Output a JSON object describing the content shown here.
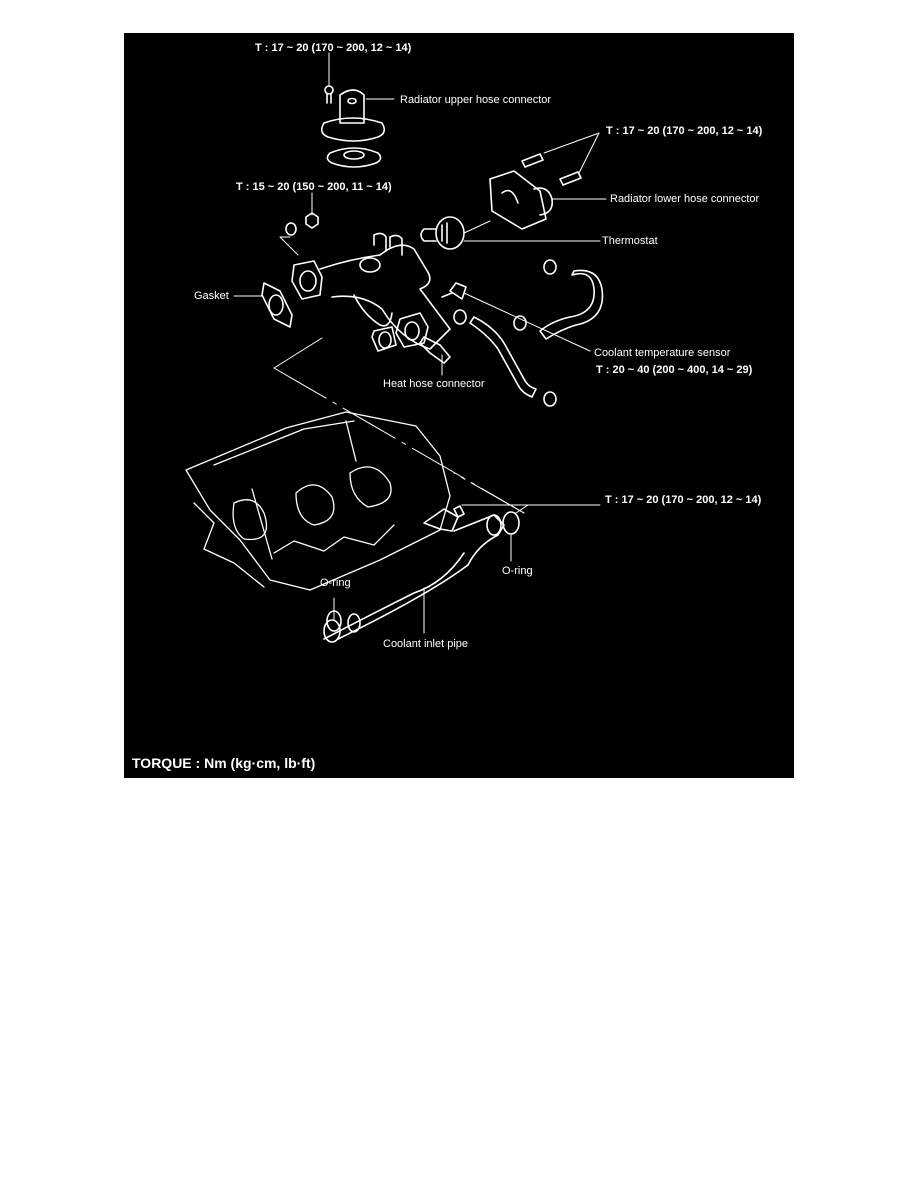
{
  "diagram": {
    "title": "Cooling system water outlet / coolant inlet pipe exploded view",
    "background_color": "#000000",
    "line_color": "#ffffff",
    "labels": {
      "torque_upper_hose": "T : 17 ~ 20 (170 ~ 200, 12 ~ 14)",
      "radiator_upper_hose_connector": "Radiator upper hose connector",
      "torque_lower_hose_bolts": "T : 17 ~ 20 (170 ~ 200, 12 ~ 14)",
      "radiator_lower_hose_connector": "Radiator lower hose connector",
      "torque_outlet_nut": "T : 15 ~ 20 (150 ~ 200, 11 ~ 14)",
      "thermostat": "Thermostat",
      "gasket": "Gasket",
      "coolant_temperature_sensor": "Coolant temperature sensor",
      "torque_sensor": "T : 20 ~ 40 (200 ~ 400, 14 ~ 29)",
      "heat_hose_connector": "Heat hose connector",
      "torque_inlet_pipe": "T : 17 ~ 20 (170 ~ 200, 12 ~ 14)",
      "o_ring_right": "O-ring",
      "o_ring_left": "O-ring",
      "coolant_inlet_pipe": "Coolant inlet pipe"
    },
    "legend": "TORQUE : Nm (kg·cm, lb·ft)"
  }
}
